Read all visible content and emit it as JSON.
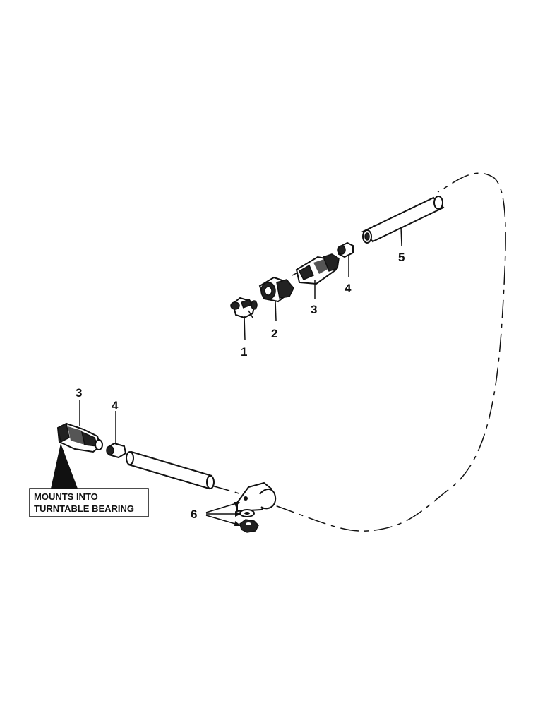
{
  "callouts": {
    "item_1": "1",
    "item_2": "2",
    "item_3_upper": "3",
    "item_4_upper": "4",
    "item_5": "5",
    "item_3_lower": "3",
    "item_4_lower": "4",
    "item_6": "6"
  },
  "note": {
    "line1": "MOUNTS INTO",
    "line2": "TURNTABLE BEARING"
  },
  "colors": {
    "ink": "#111111",
    "paper": "#ffffff"
  }
}
